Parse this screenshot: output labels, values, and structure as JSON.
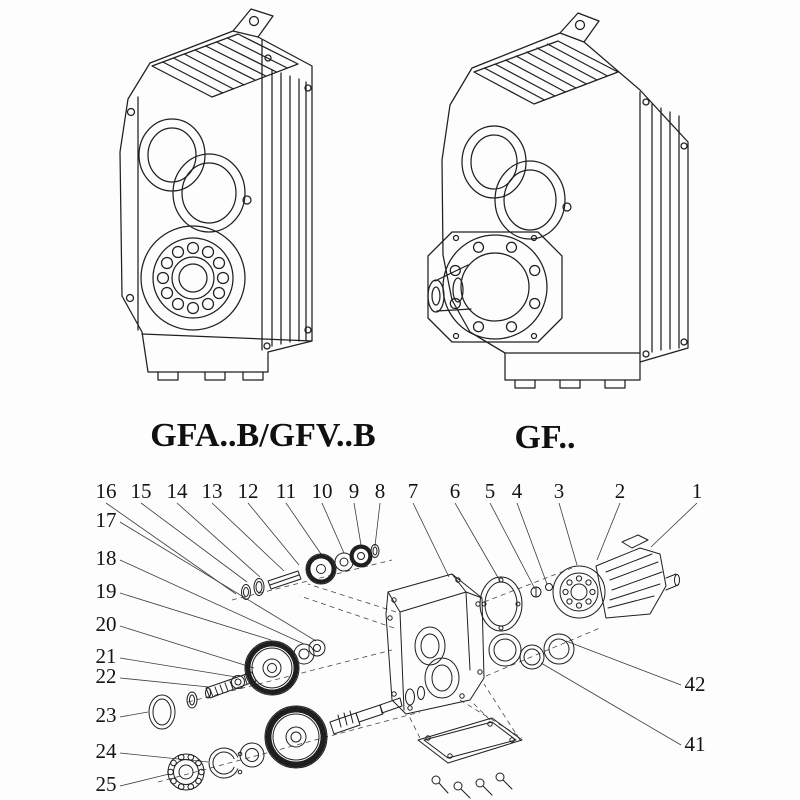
{
  "figures": {
    "left": {
      "label": "GFA..B/GFV..B"
    },
    "right": {
      "label": "GF.."
    }
  },
  "exploded": {
    "top_row": [
      "16",
      "15",
      "14",
      "13",
      "12",
      "11",
      "10",
      "9",
      "8",
      "7",
      "6",
      "5",
      "4",
      "3",
      "2",
      "1"
    ],
    "left_column": [
      "17",
      "18",
      "19",
      "20",
      "21",
      "22",
      "23",
      "24",
      "25"
    ],
    "right_column": [
      "42",
      "41"
    ]
  },
  "colors": {
    "ink": "#1f1f1f",
    "background": "#fdfdfd"
  }
}
